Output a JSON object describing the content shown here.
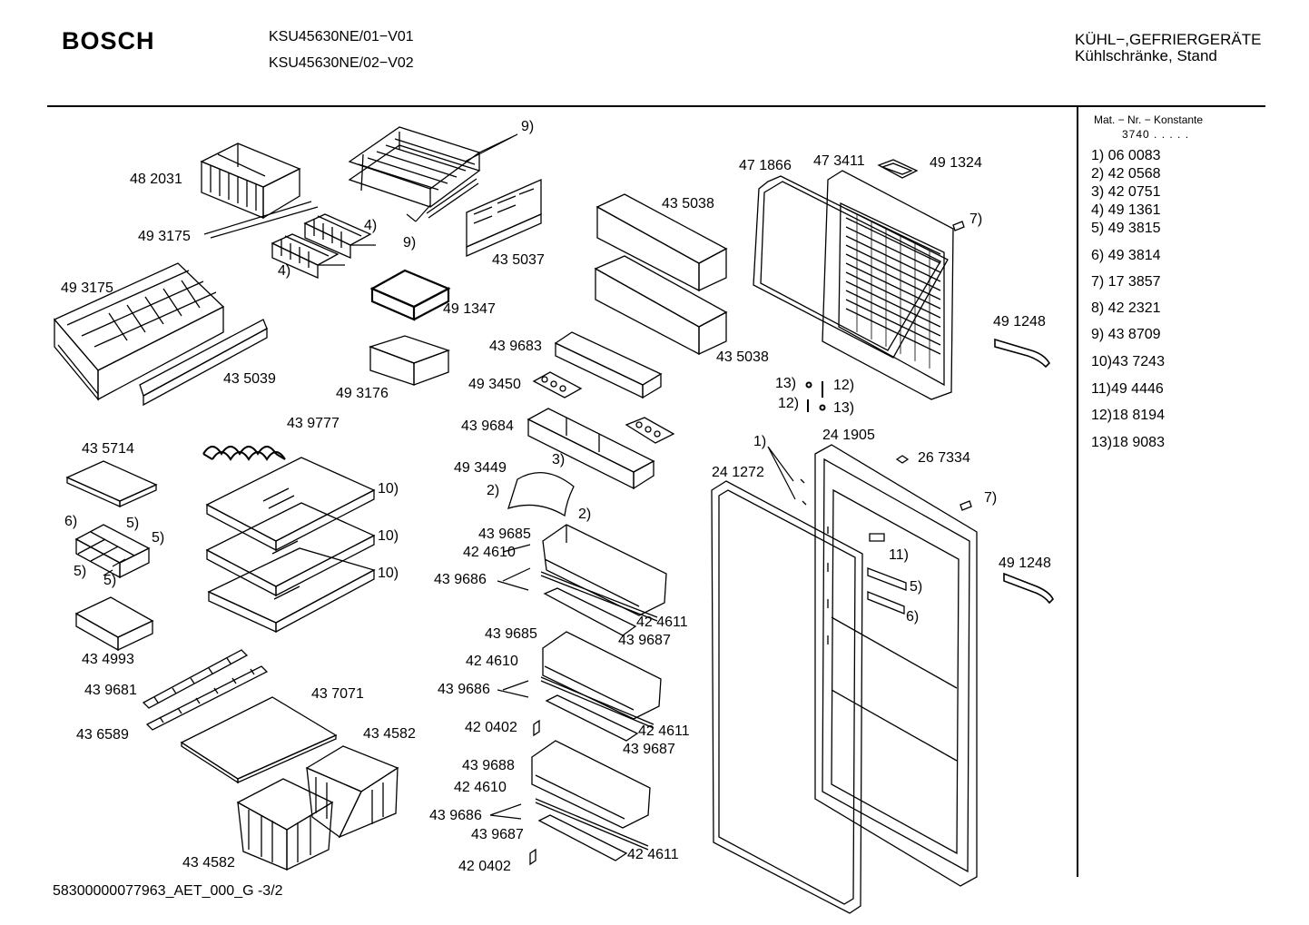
{
  "header": {
    "brand": "BOSCH",
    "models": [
      "KSU45630NE/01−V01",
      "KSU45630NE/02−V02"
    ],
    "category": "KÜHL−,GEFRIERGERÄTE",
    "subcategory": "Kühlschränke, Stand"
  },
  "legend": {
    "title": "Mat. − Nr. − Konstante",
    "constant": "3740  .  .  .  .  .",
    "items": [
      "1)  06 0083",
      "2)  42 0568",
      "3)  42 0751",
      "4)  49 1361",
      "5)  49 3815",
      "6)  49 3814",
      "7)  17 3857",
      "8)  42 2321",
      "9)  43 8709",
      "10)43 7243",
      "11)49 4446",
      "12)18 8194",
      "13)18 9083"
    ]
  },
  "callouts": [
    "48 2031",
    "49 3175",
    "49 3175",
    "4)",
    "4)",
    "9)",
    "9)",
    "43 5037",
    "49 1347",
    "49 3176",
    "43 5039",
    "43 5038",
    "43 5038",
    "47 1866",
    "47 3411",
    "49 1324",
    "7)",
    "49 1248",
    "13)",
    "12)",
    "12)",
    "13)",
    "43 9683",
    "49 3450",
    "43 9684",
    "3)",
    "49 3449",
    "2)",
    "2)",
    "43 9777",
    "43 5714",
    "10)",
    "10)",
    "10)",
    "6)",
    "5)",
    "5)",
    "5)",
    "5)",
    "43 4993",
    "1)",
    "24 1905",
    "26 7334",
    "24 1272",
    "7)",
    "49 1248",
    "11)",
    "5)",
    "6)",
    "43 9685",
    "42 4610",
    "43 9686",
    "42 4611",
    "43 9687",
    "43 9685",
    "42 4610",
    "43 9686",
    "42 0402",
    "42 4611",
    "43 9687",
    "43 9688",
    "42 4610",
    "43 9686",
    "43 9687",
    "42 0402",
    "42 4611",
    "43 9681",
    "43 7071",
    "43 6589",
    "43 4582",
    "43 4582"
  ],
  "footer": "58300000077963_AET_000_G  -3/2"
}
